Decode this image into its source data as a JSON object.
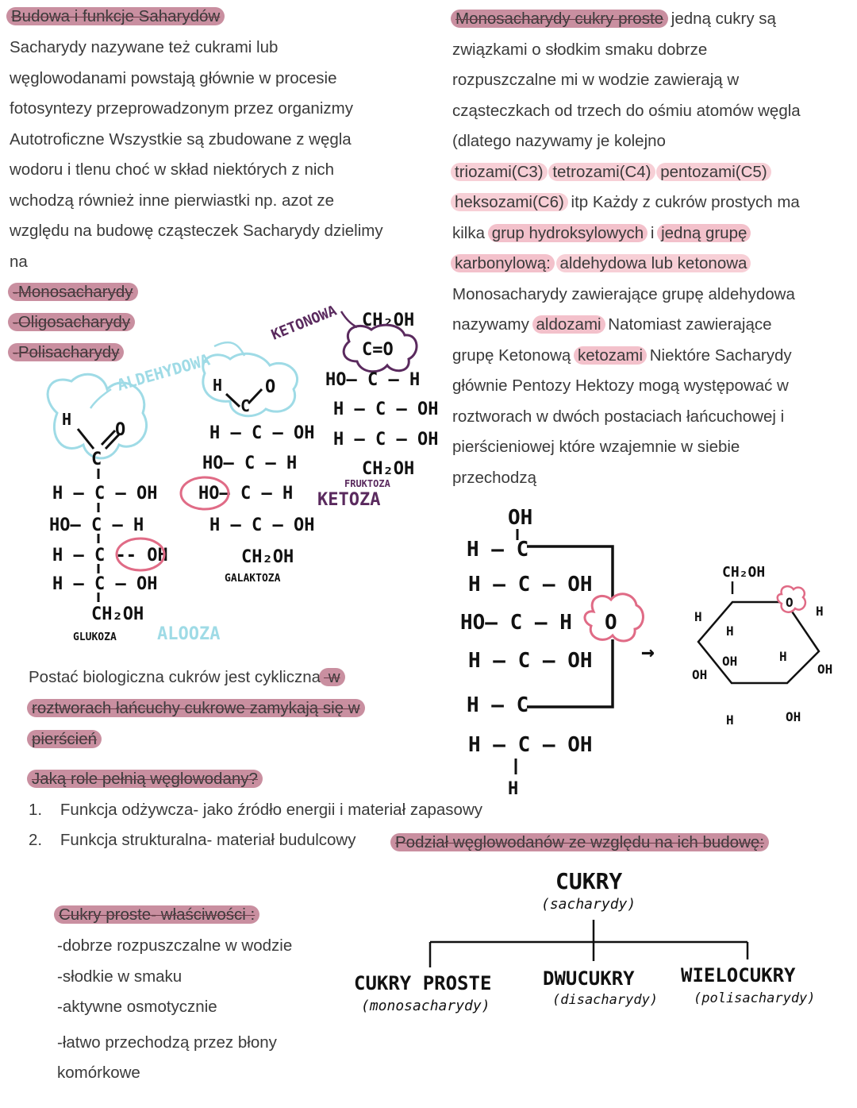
{
  "left_col": {
    "title": "Budowa i funkcje Saharydów",
    "intro_lines": [
      "Sacharydy nazywane też cukrami lub",
      "węglowodanami powstają głównie w procesie",
      "fotosyntezy przeprowadzonym przez organizmy",
      "Autotroficzne Wszystkie są zbudowane z węgla",
      "wodoru i tlenu choć w skład niektórych z nich",
      "wchodzą również inne pierwiastki np. azot ze",
      "względu na budowę cząsteczek Sacharydy dzielimy",
      "na"
    ],
    "types": [
      "-Monosacharydy",
      "-Oligosacharydy",
      "-Polisacharydy"
    ]
  },
  "right_col": {
    "lead_highlight": "Monosacharydy cukry proste",
    "lead_rest": " jedną cukry są",
    "line2": "związkami o słodkim smaku dobrze",
    "line3": "rozpuszczalne mi w wodzie zawierają w",
    "line4": "cząsteczkach od trzech do ośmiu atomów węgla",
    "line5": "(dlatego nazywamy je kolejno",
    "trio": "triozami(C3)",
    "tetro": "tetrozami(C4)",
    "pento": "pentozami(C5)",
    "heks": "heksozami(C6)",
    "line7_rest": " itp Każdy z cukrów prostych ma",
    "line8_pre": "kilka ",
    "grup": "grup hydroksylowych",
    "line8_mid": " i ",
    "jedna": "jedną grupę",
    "karb": "karbonylową:",
    "ald_ket": "aldehydowa lub ketonowa",
    "line10": "Monosacharydy zawierające grupę aldehydowa",
    "line11_pre": "nazywamy ",
    "aldozami": "aldozami",
    "line11_rest": " Natomiast zawierające",
    "line12_pre": "grupę Ketonową ",
    "ketozami": "ketozami",
    "line12_rest": " Niektóre Sacharydy",
    "line13": "głównie Pentozy Hektozy mogą występować w",
    "line14": "roztworach w dwóch postaciach łańcuchowej i",
    "line15": "pierścieniowej które wzajemnie w siebie",
    "line16": "przechodzą"
  },
  "diagram_labels": {
    "aldehydowa": "ALDEHYDOWA",
    "ketonowa": "KETONOWA",
    "glukoza": "GLUKOZA",
    "alooza": "ALOOZA",
    "galaktoza": "GALAKTOZA",
    "fruktoza": "FRUKTOZA",
    "ketoza": "KETOZA"
  },
  "cyclic": {
    "line1_pre": "Postać biologiczna cukrów jest cykliczna",
    "line1_hl": " w",
    "line2": "roztworach łańcuchy cukrowe zamykają się w",
    "line3": "pierścień"
  },
  "roles": {
    "question": "Jaką role pełnią węglowodany?",
    "items": [
      {
        "num": "1.",
        "text": "Funkcja odżywcza- jako źródło energii i materiał zapasowy"
      },
      {
        "num": "2.",
        "text": "Funkcja strukturalna- materiał budulcowy"
      }
    ],
    "division_title": "Podział węglowodanów ze względu na ich budowę:"
  },
  "props": {
    "title": "Cukry proste- właściwości :",
    "items": [
      "-dobrze rozpuszczalne w wodzie",
      "-słodkie w smaku",
      "-aktywne osmotycznie",
      "-łatwo przechodzą przez błony"
    ],
    "item4_cont": "komórkowe"
  },
  "tree": {
    "root": "CUKRY",
    "root_sub": "(sacharydy)",
    "children": [
      {
        "name": "CUKRY PROSTE",
        "sub": "(monosacharydy)"
      },
      {
        "name": "DWUCUKRY",
        "sub": "(disacharydy)"
      },
      {
        "name": "WIELOCUKRY",
        "sub": "(polisacharydy)"
      }
    ]
  },
  "colors": {
    "highlight_dark": "#c98fa0",
    "highlight_light": "#f7cfd6",
    "cyan": "#9fdbe6",
    "pink_circle": "#e06b86",
    "purple": "#5a2a5e"
  }
}
